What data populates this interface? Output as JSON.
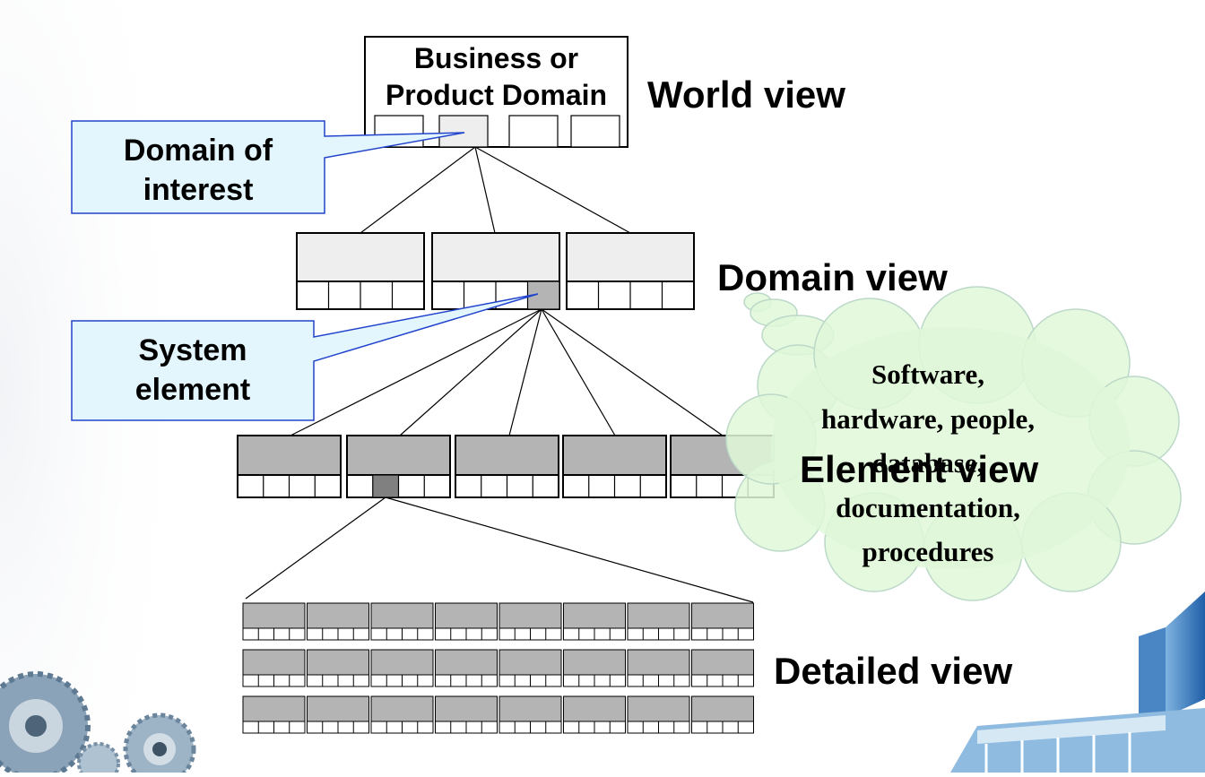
{
  "root_box": {
    "title_line1": "Business or",
    "title_line2": "Product Domain"
  },
  "view_labels": {
    "world": "World view",
    "domain": "Domain view",
    "element": "Element view",
    "detailed": "Detailed view"
  },
  "callouts": {
    "domain_of_interest": {
      "line1": "Domain of",
      "line2": "interest"
    },
    "system_element": {
      "line1": "System",
      "line2": "element"
    }
  },
  "cloud": {
    "lines": [
      "Software,",
      "hardware, people,",
      "database,",
      "documentation,",
      "procedures"
    ]
  },
  "colors": {
    "light_box": "#eeeeee",
    "mid_box": "#b4b4b4",
    "highlight_cell": "#808080",
    "callout_fill": "#e4f6fd",
    "callout_border": "#2244cc",
    "cloud_fill": "#dff8d8",
    "cloud_border": "#bcd8c8"
  }
}
